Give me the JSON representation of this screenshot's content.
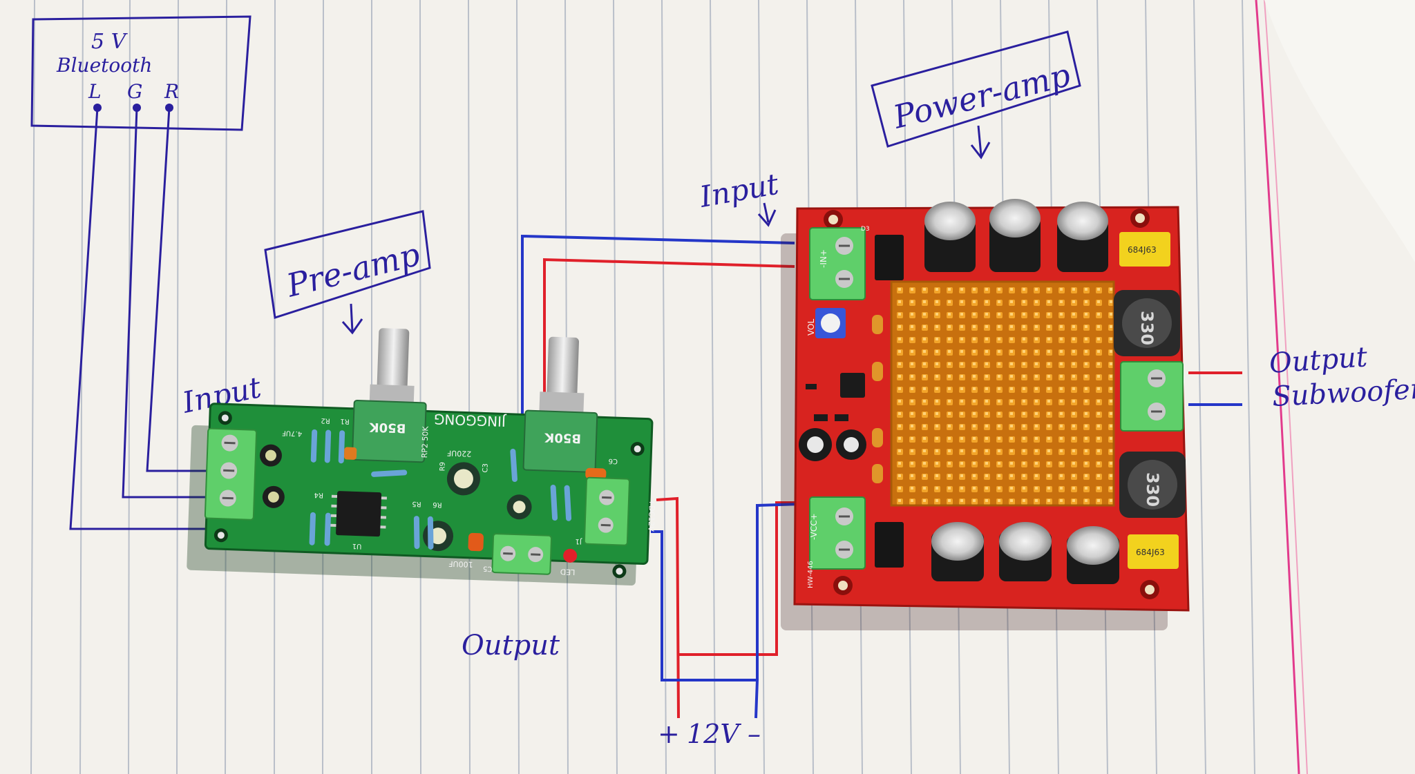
{
  "labels": {
    "bluetooth_voltage": "5 V",
    "bluetooth_name": "Bluetooth",
    "pin_left": "L",
    "pin_ground": "G",
    "pin_right": "R",
    "preamp_title": "Pre-amp",
    "preamp_input": "Input",
    "preamp_output": "Output",
    "poweramp_title": "Power-amp",
    "poweramp_input": "Input",
    "output_line1": "Output",
    "output_line2": "Subwoofer",
    "power_plus": "+",
    "power_voltage": "12V",
    "power_minus": "–"
  },
  "preamp_board": {
    "brand": "JINGGONG",
    "pot_left": "B50K",
    "pot_right": "B50K",
    "silkscreen": [
      "RP2 50K",
      "220UF",
      "100UF",
      "LED",
      "+DC12V-",
      "4.7UF",
      "R9",
      "C3",
      "C5",
      "R4",
      "R5",
      "R6",
      "R1",
      "R2",
      "U1",
      "J1",
      "C6"
    ]
  },
  "poweramp_board": {
    "inductor_top": "330",
    "inductor_bottom": "330",
    "cap_top": "684J63",
    "cap_bottom": "684J63",
    "silkscreen": [
      "-IN+",
      "VOL",
      "-VCC+",
      "HW-446",
      "D3"
    ]
  },
  "colors": {
    "ink": "#2a1f9e",
    "wire_blue": "#2436c8",
    "wire_red": "#e0202a",
    "preamp_pcb": "#1f8f3a",
    "poweramp_pcb": "#d8231f",
    "heatsink": "#e8961c",
    "terminal": "#5fcf6a"
  }
}
